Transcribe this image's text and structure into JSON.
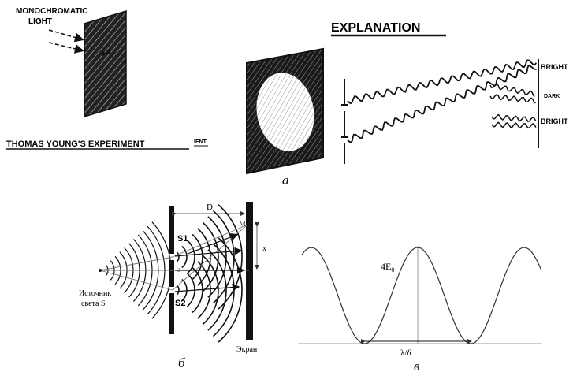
{
  "panel_a": {
    "light_label_line1": "MONOCHROMATIC",
    "light_label_line2": "LIGHT",
    "experiment_title": "THOMAS YOUNG'S EXPERIMENT",
    "experiment_suffix": "IENT",
    "explanation_heading": "EXPLANATION",
    "fringe_labels": [
      "BRIGHT",
      "DARK",
      "BRIGHT"
    ],
    "caption": "a"
  },
  "panel_b": {
    "distance_label": "D",
    "point_label": "M",
    "slit1_label": "S1",
    "slit2_label": "S2",
    "offset_label": "x",
    "center_label": "a",
    "source_label_line1": "Источник",
    "source_label_line2": "света S",
    "screen_label": "Экран",
    "caption": "б"
  },
  "panel_c": {
    "peak_label_main": "4E",
    "peak_label_sub": "0",
    "period_label": "λ/δ",
    "caption": "в"
  }
}
